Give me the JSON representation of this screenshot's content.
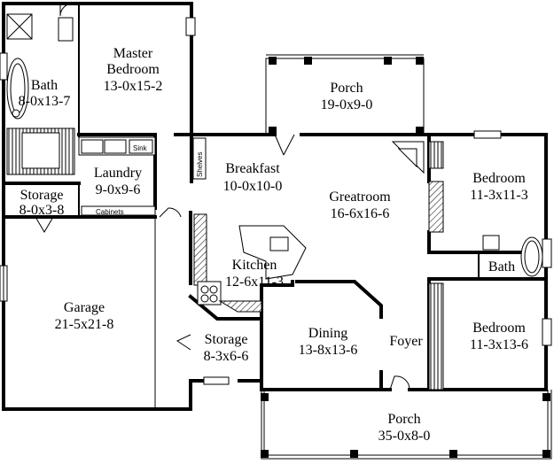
{
  "rooms": {
    "bath_master": {
      "name": "Bath",
      "size": "8-0x13-7"
    },
    "master_bedroom": {
      "name1": "Master",
      "name2": "Bedroom",
      "size": "13-0x15-2"
    },
    "porch_back": {
      "name": "Porch",
      "size": "19-0x9-0"
    },
    "laundry": {
      "name": "Laundry",
      "size": "9-0x9-6"
    },
    "breakfast": {
      "name": "Breakfast",
      "size": "10-0x10-0"
    },
    "greatroom": {
      "name": "Greatroom",
      "size": "16-6x16-6"
    },
    "bedroom_upper": {
      "name": "Bedroom",
      "size": "11-3x11-3"
    },
    "storage_upper": {
      "name": "Storage",
      "size": "8-0x3-8"
    },
    "kitchen": {
      "name": "Kitchen",
      "size": "12-6x11-3"
    },
    "bath_hall": {
      "name": "Bath"
    },
    "garage": {
      "name": "Garage",
      "size": "21-5x21-8"
    },
    "storage_lower": {
      "name": "Storage",
      "size": "8-3x6-6"
    },
    "dining": {
      "name": "Dining",
      "size": "13-8x13-6"
    },
    "foyer": {
      "name": "Foyer"
    },
    "bedroom_lower": {
      "name": "Bedroom",
      "size": "11-3x13-6"
    },
    "porch_front": {
      "name": "Porch",
      "size": "35-0x8-0"
    }
  },
  "fixtures": {
    "sink_label": "Sink",
    "cabinets_label": "Cabinets",
    "shelves_label": "Shelves"
  }
}
